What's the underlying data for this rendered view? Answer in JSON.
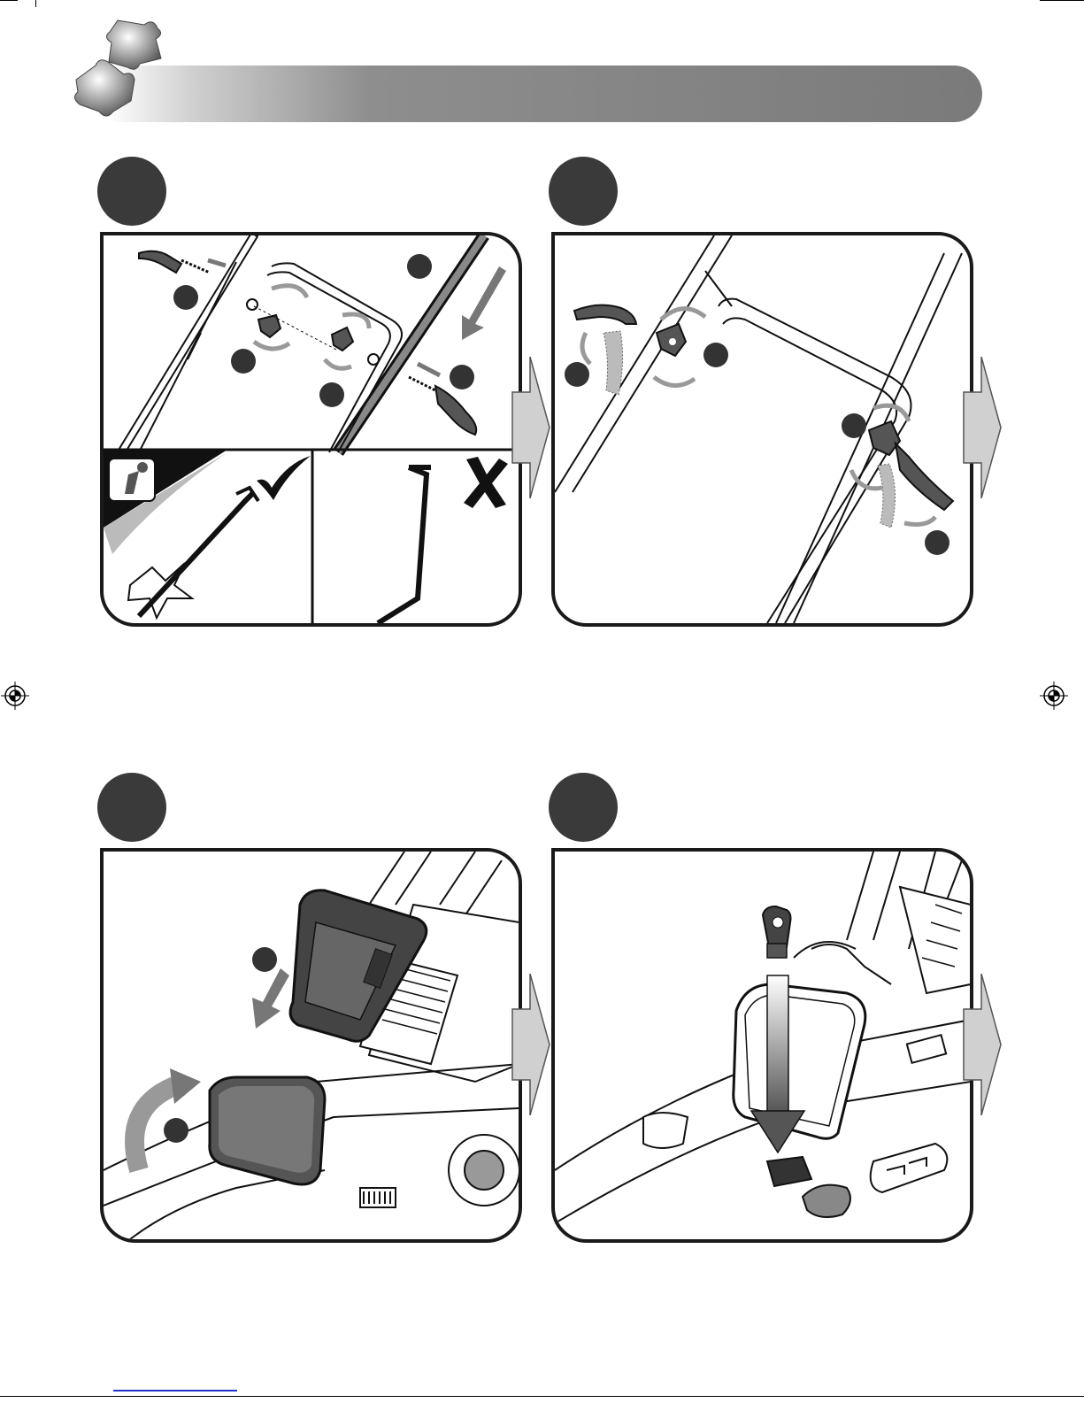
{
  "page": {
    "title": "",
    "steps": [
      {
        "id": "step-1",
        "label": ""
      },
      {
        "id": "step-2",
        "label": ""
      },
      {
        "id": "step-3",
        "label": ""
      },
      {
        "id": "step-4",
        "label": ""
      }
    ]
  },
  "icons": {
    "header": "puzzle-pieces-icon",
    "correct": "checkmark-icon",
    "incorrect": "cross-icon",
    "next": "next-step-arrow-icon",
    "registration": "registration-mark-icon"
  },
  "colors": {
    "header_dark": "#7a7a7a",
    "step_circle": "#3a3a3a",
    "arrow_fill": "#d0d0d0",
    "line": "#1a1a1a"
  }
}
